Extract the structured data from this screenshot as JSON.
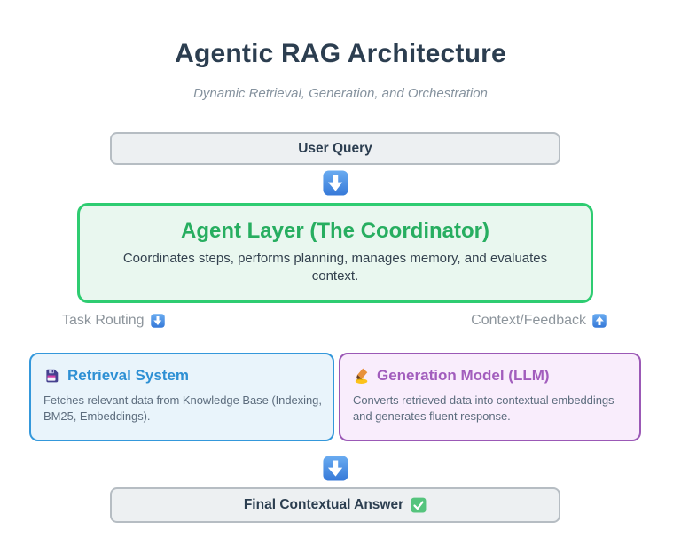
{
  "page": {
    "title": "Agentic RAG Architecture",
    "subtitle": "Dynamic Retrieval, Generation, and Orchestration"
  },
  "nodes": {
    "user_query": {
      "label": "User Query"
    },
    "agent_layer": {
      "title": "Agent Layer (The Coordinator)",
      "description": "Coordinates steps, performs planning, manages memory, and evaluates context."
    },
    "retrieval": {
      "title": "Retrieval System",
      "description": "Fetches relevant data from Knowledge Base (Indexing, BM25, Embeddings)."
    },
    "generation": {
      "title": "Generation Model (LLM)",
      "description": "Converts retrieved data into contextual embeddings and generates fluent response."
    },
    "final_answer": {
      "label": "Final Contextual Answer"
    }
  },
  "edge_labels": {
    "task_routing": "Task Routing",
    "context_feedback": "Context/Feedback"
  },
  "icons": {
    "down_arrow": "blue square with white down arrow (⬇️ emoji)",
    "up_arrow": "blue square with white up arrow (⬆️ emoji)",
    "floppy_disk": "floppy disk (💾 emoji)",
    "writing_hand": "writing hand (✍️ emoji)",
    "check_mark": "green check mark button (✅ emoji)"
  },
  "colors": {
    "heading_text": "#2c3e50",
    "muted_text": "#85929e",
    "neutral_node_bg": "#edf0f2",
    "neutral_node_border": "#b6bdc3",
    "agent_bg": "#e9f7ef",
    "agent_border": "#2ecc71",
    "agent_title": "#27ae60",
    "retrieval_bg": "#e9f4fb",
    "retrieval_border": "#3498db",
    "generation_bg": "#f9edfc",
    "generation_border": "#9b59b6",
    "arrow_blue": "#3f86e0",
    "check_green": "#55c47d"
  }
}
